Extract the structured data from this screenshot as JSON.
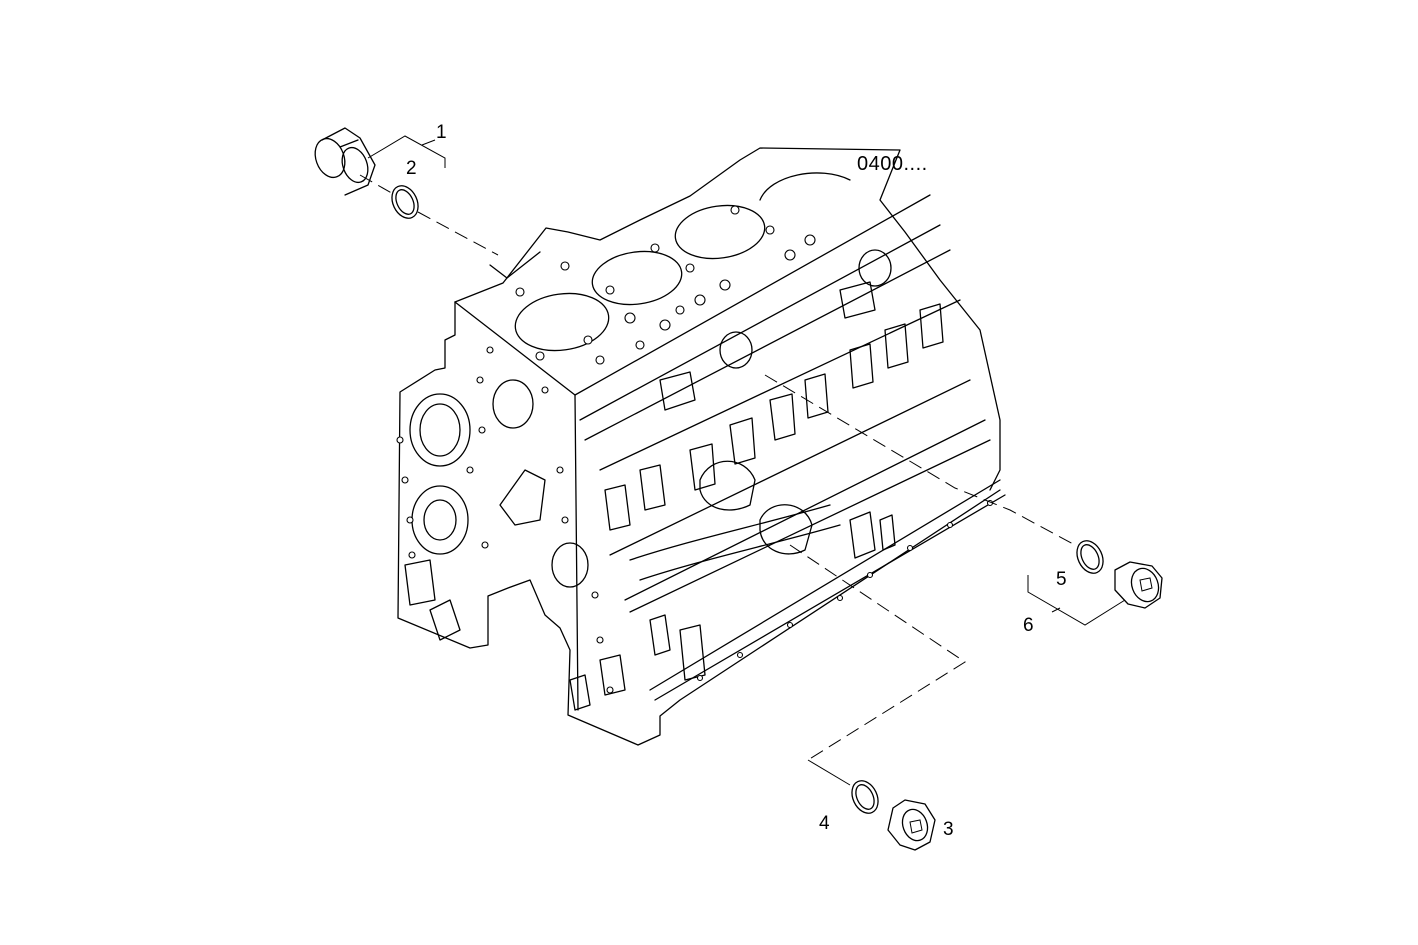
{
  "diagram": {
    "reference_code": "0400....",
    "callouts": [
      {
        "id": "1",
        "label": "1"
      },
      {
        "id": "2",
        "label": "2"
      },
      {
        "id": "3",
        "label": "3"
      },
      {
        "id": "4",
        "label": "4"
      },
      {
        "id": "5",
        "label": "5"
      },
      {
        "id": "6",
        "label": "6"
      }
    ]
  }
}
